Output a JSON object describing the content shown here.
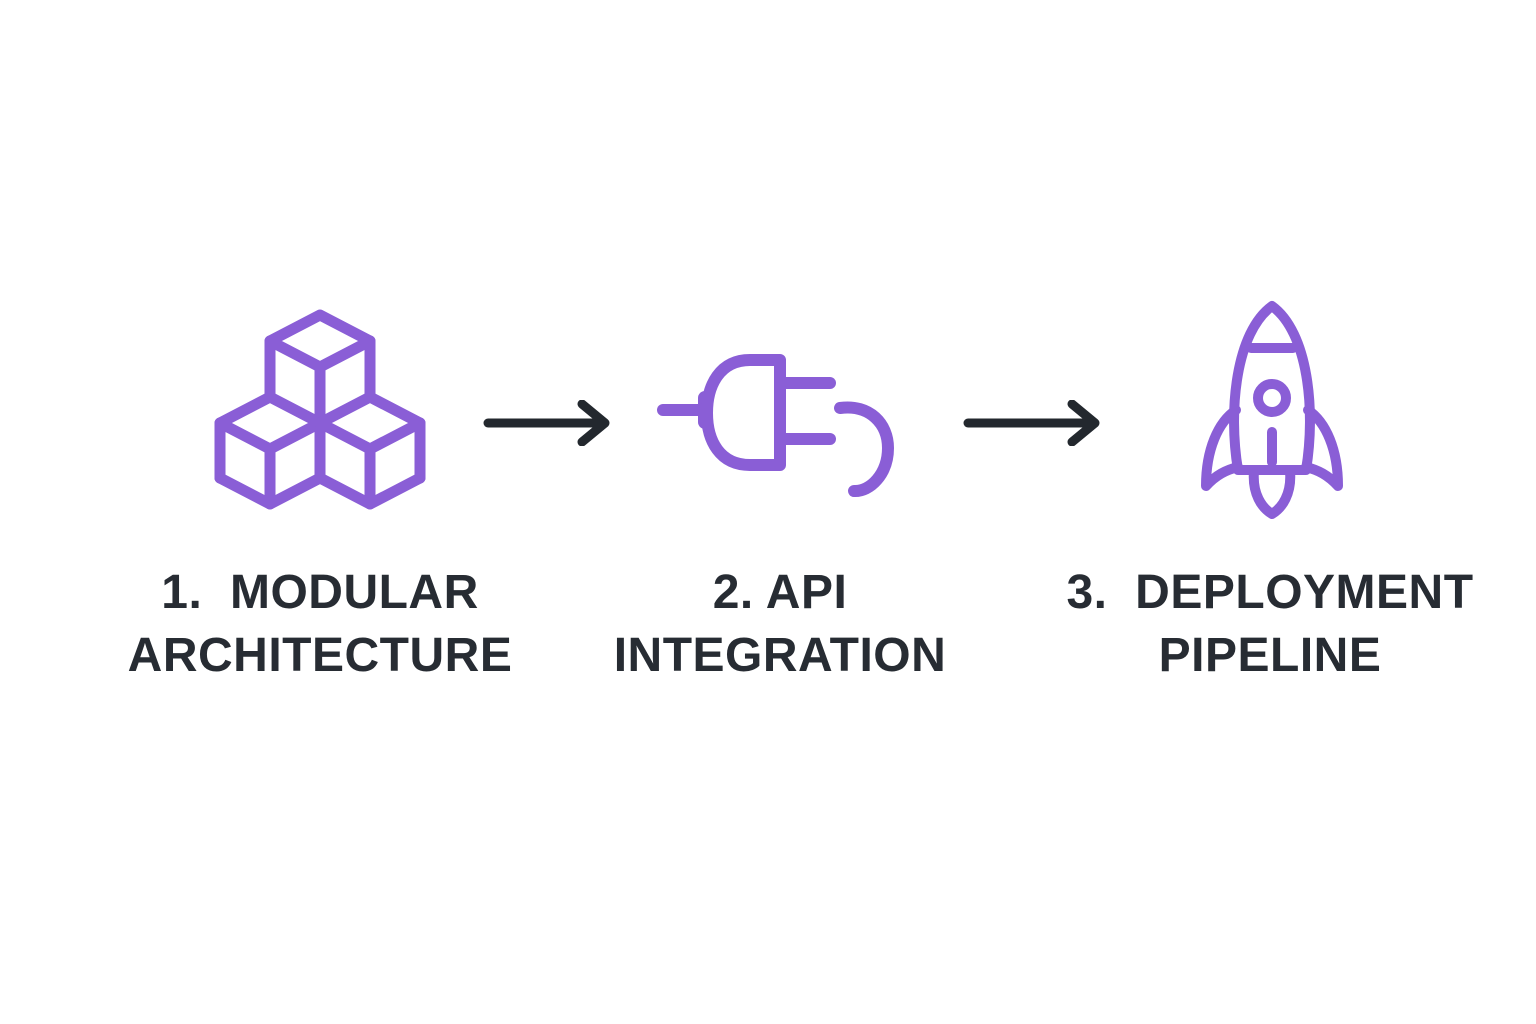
{
  "colors": {
    "background": "#ffffff",
    "icon_accent_purple": "#8a5ed6",
    "text_dark": "#272c33",
    "arrow_dark": "#23282e"
  },
  "diagram": {
    "type": "horizontal-process-flow",
    "direction": "left-to-right",
    "steps": [
      {
        "number": "1.",
        "icon": "cubes-icon",
        "line1": "1.  MODULAR",
        "line2": "ARCHITECTURE"
      },
      {
        "number": "2.",
        "icon": "plug-icon",
        "line1": "2. API",
        "line2": "INTEGRATION"
      },
      {
        "number": "3.",
        "icon": "rocket-icon",
        "line1": "3.  DEPLOYMENT",
        "line2": "PIPELINE"
      }
    ],
    "connectors": [
      {
        "icon": "arrow-right-icon",
        "from_step": "1",
        "to_step": "2"
      },
      {
        "icon": "arrow-right-icon",
        "from_step": "2",
        "to_step": "3"
      }
    ]
  }
}
